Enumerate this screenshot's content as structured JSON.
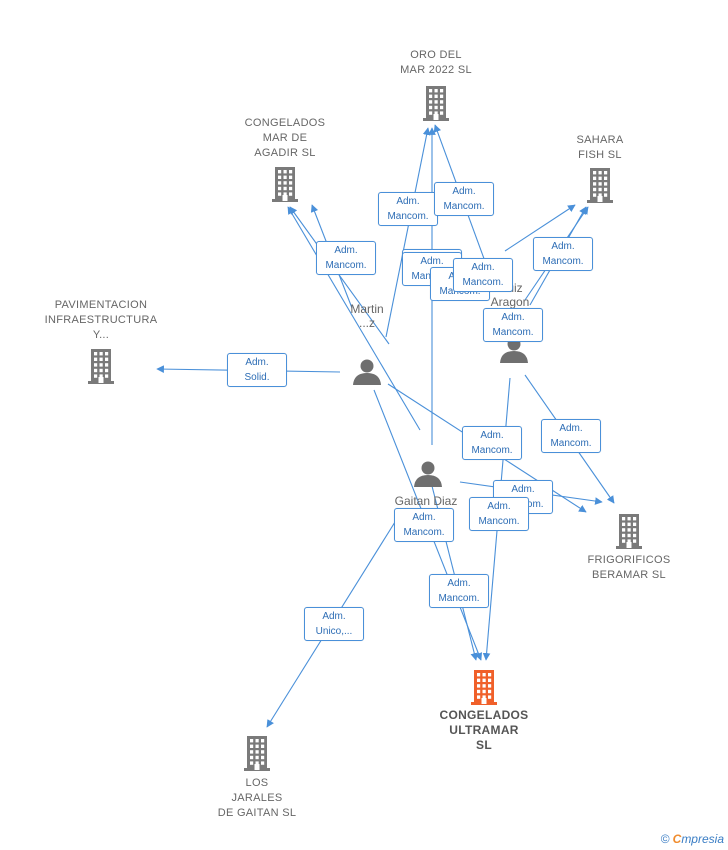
{
  "companies": [
    {
      "id": "oro",
      "lines": [
        "ORO DEL",
        "MAR 2022  SL"
      ],
      "main": false
    },
    {
      "id": "congelados-agadir",
      "lines": [
        "CONGELADOS",
        "MAR DE",
        "AGADIR  SL"
      ],
      "main": false
    },
    {
      "id": "sahara",
      "lines": [
        "SAHARA",
        "FISH  SL"
      ],
      "main": false
    },
    {
      "id": "pavimentacion",
      "lines": [
        "PAVIMENTACION",
        "INFRAESTRUCTURA",
        "Y..."
      ],
      "main": false
    },
    {
      "id": "frigorificos",
      "lines": [
        "FRIGORIFICOS",
        "BERAMAR  SL"
      ],
      "main": false
    },
    {
      "id": "ultramar",
      "lines": [
        "CONGELADOS",
        "ULTRAMAR",
        "SL"
      ],
      "main": true
    },
    {
      "id": "jarales",
      "lines": [
        "LOS",
        "JARALES",
        "DE GAITAN  SL"
      ],
      "main": false
    }
  ],
  "persons": [
    {
      "id": "martin",
      "lines": [
        "Martin",
        "...z"
      ]
    },
    {
      "id": "luiz",
      "lines": [
        "...uiz",
        "Aragon"
      ]
    },
    {
      "id": "gaitan",
      "lines": [
        "Gaitan Diaz"
      ]
    }
  ],
  "relations": [
    {
      "l1": "Adm.",
      "l2": "Mancom."
    },
    {
      "l1": "Adm.",
      "l2": "Mancom."
    },
    {
      "l1": "Adm.",
      "l2": "Mancom."
    },
    {
      "l1": "Adm.",
      "l2": "Mancom."
    },
    {
      "l1": "Adm.",
      "l2": "Mancom."
    },
    {
      "l1": "Adm.",
      "l2": "Mancom."
    },
    {
      "l1": "Adm.",
      "l2": "Mancom."
    },
    {
      "l1": "Adm.",
      "l2": "Mancom."
    },
    {
      "l1": "Adm.",
      "l2": "Mancom."
    },
    {
      "l1": "Adm.",
      "l2": "Solid."
    },
    {
      "l1": "Adm.",
      "l2": "Mancom."
    },
    {
      "l1": "Adm.",
      "l2": "Mancom."
    },
    {
      "l1": "Adm.",
      "l2": "Mancom."
    },
    {
      "l1": "Adm.",
      "l2": "Mancom."
    },
    {
      "l1": "Adm.",
      "l2": "Mancom."
    },
    {
      "l1": "Adm.",
      "l2": "Mancom."
    },
    {
      "l1": "Adm.",
      "l2": "Unico,..."
    }
  ],
  "brand": {
    "copyright": "©",
    "e": "C",
    "rest": "mpresia"
  },
  "colors": {
    "edge": "#4a90d9",
    "company": "#7a7a7a",
    "main_company": "#f0602a",
    "person": "#6f6f6f"
  }
}
